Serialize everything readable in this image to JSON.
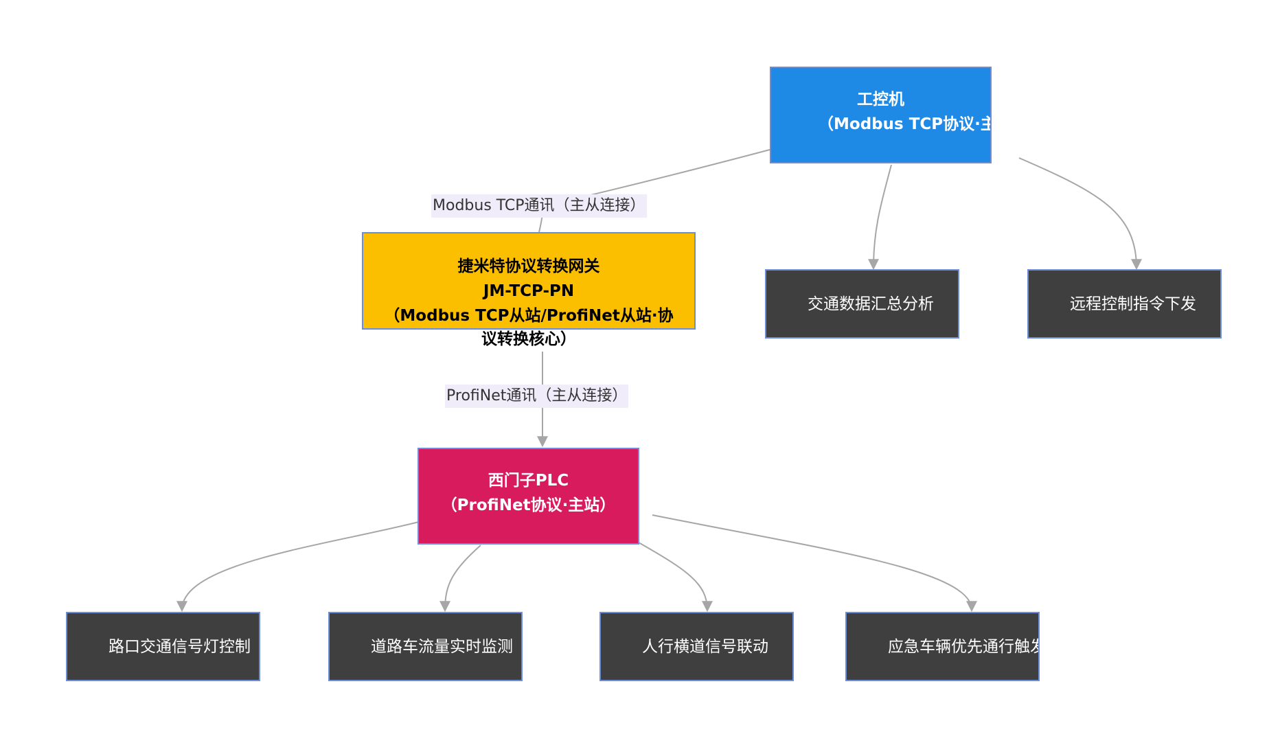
{
  "colors": {
    "ipc_fill": "#1f8ae6",
    "gateway_fill": "#fbbf00",
    "plc_fill": "#d81b5c",
    "leaf_fill": "#3f3f3f",
    "node_border": "#6c8ed8",
    "edge_stroke": "#a6a6a6",
    "label_bg": "#f1ecfa"
  },
  "nodes": {
    "ipc": {
      "line1": "工控机",
      "line2": "（Modbus TCP协议·主站）"
    },
    "gateway": {
      "line1": "捷米特协议转换网关",
      "line2": "JM-TCP-PN",
      "line3": "（Modbus TCP从站/ProfiNet从站·协",
      "line4": "议转换核心）"
    },
    "plc": {
      "line1": "西门子PLC",
      "line2": "（ProfiNet协议·主站）"
    },
    "data_summary": {
      "label": "交通数据汇总分析"
    },
    "remote_control": {
      "label": "远程控制指令下发"
    },
    "signal_control": {
      "label": "路口交通信号灯控制"
    },
    "flow_monitor": {
      "label": "道路车流量实时监测"
    },
    "crosswalk": {
      "label": "人行横道信号联动"
    },
    "emergency": {
      "label": "应急车辆优先通行触发"
    }
  },
  "edges": {
    "modbus_label": "Modbus TCP通讯（主从连接）",
    "profinet_label": "ProfiNet通讯（主从连接）"
  }
}
